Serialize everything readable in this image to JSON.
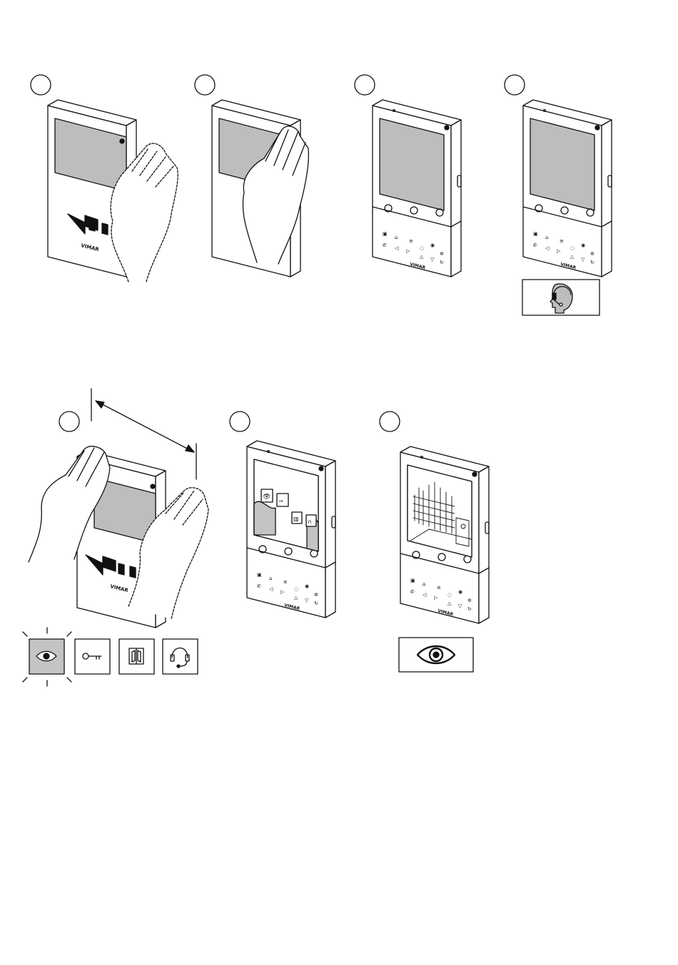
{
  "palette": {
    "ink": "#111111",
    "screen_gray": "#bdbdbd",
    "highlight_gray": "#c4c4c4",
    "paper": "#ffffff"
  },
  "brand_mark": "VIMAR",
  "step_markers": [
    {
      "id": "step-1",
      "label": ""
    },
    {
      "id": "step-2",
      "label": ""
    },
    {
      "id": "step-3",
      "label": ""
    },
    {
      "id": "step-4",
      "label": ""
    },
    {
      "id": "step-5",
      "label": ""
    },
    {
      "id": "step-6",
      "label": ""
    },
    {
      "id": "step-7",
      "label": ""
    }
  ],
  "icons": {
    "step4_result": "operator-headset-icon",
    "step5_menu": [
      "eye-icon",
      "key-icon",
      "door-icon",
      "headset-icon"
    ],
    "step5_active": "eye-icon",
    "step7_result": "eye-icon"
  }
}
